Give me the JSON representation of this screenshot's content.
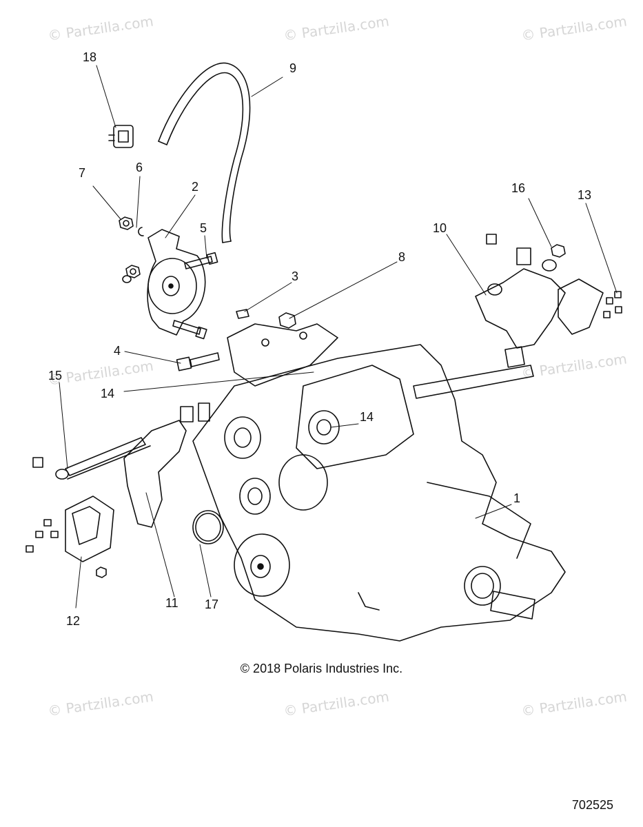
{
  "watermark": "© Partzilla.com",
  "callouts": [
    "18",
    "9",
    "7",
    "6",
    "2",
    "5",
    "3",
    "8",
    "4",
    "15",
    "14",
    "14",
    "10",
    "16",
    "13",
    "1",
    "11",
    "17",
    "12"
  ],
  "copyright": "© 2018 Polaris Industries Inc.",
  "doc_number": "702525"
}
